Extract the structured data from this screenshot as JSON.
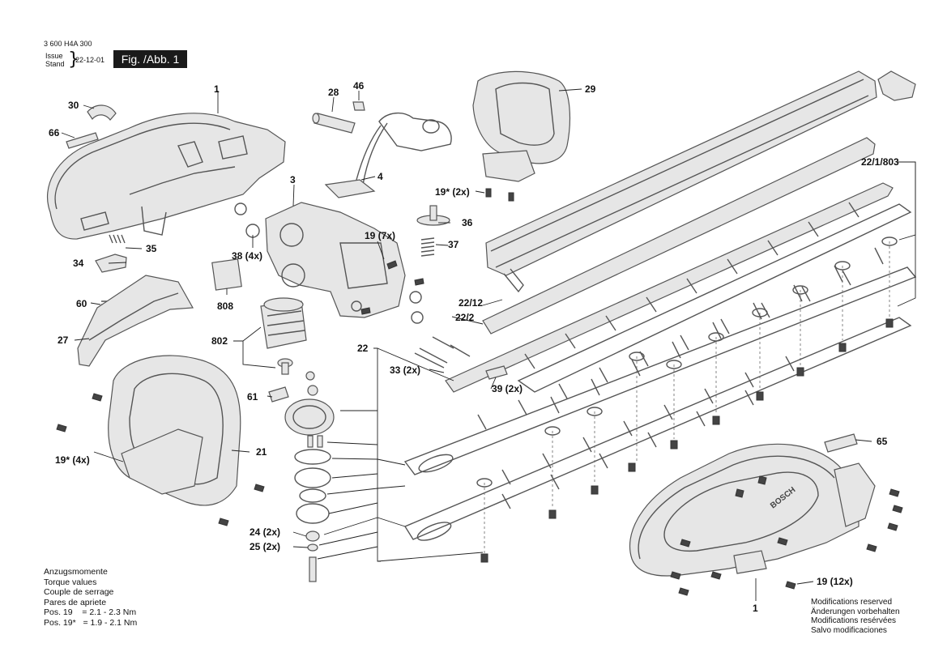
{
  "header": {
    "doc_number": "3 600 H4A 300",
    "issue_label": "Issue",
    "stand_label": "Stand",
    "issue_date": "22-12-01",
    "figure_label": "Fig. /Abb. 1"
  },
  "callouts": {
    "c1_top": "1",
    "c30": "30",
    "c66": "66",
    "c28": "28",
    "c46": "46",
    "c4": "4",
    "c29": "29",
    "c3": "3",
    "c19_2x": "19* (2x)",
    "c36": "36",
    "c37": "37",
    "c22_1_803": "22/1/803",
    "c35": "35",
    "c34": "34",
    "c38_4x": "38 (4x)",
    "c19_7x": "19 (7x)",
    "c808": "808",
    "c60": "60",
    "c22_12": "22/12",
    "c22_2": "22/2",
    "c27": "27",
    "c802": "802",
    "c22": "22",
    "c33_2x": "33 (2x)",
    "c39_2x": "39 (2x)",
    "c61": "61",
    "c21": "21",
    "c19_4x": "19* (4x)",
    "c65": "65",
    "c24_2x": "24 (2x)",
    "c25_2x": "25 (2x)",
    "c19_12x": "19 (12x)",
    "c1_bottom": "1"
  },
  "torque": {
    "lines": [
      "Anzugsmomente",
      "Torque values",
      "Couple de serrage",
      "Pares de apriete"
    ],
    "pos19": "Pos. 19    = 2.1 - 2.3 Nm",
    "pos19star": "Pos. 19*   = 1.9 - 2.1 Nm"
  },
  "modifications": {
    "lines": [
      "Modifications reserved",
      "Änderungen vorbehalten",
      "Modifications resérvées",
      "Salvo modificaciones"
    ]
  },
  "brand": {
    "logo_text": "BOSCH"
  }
}
